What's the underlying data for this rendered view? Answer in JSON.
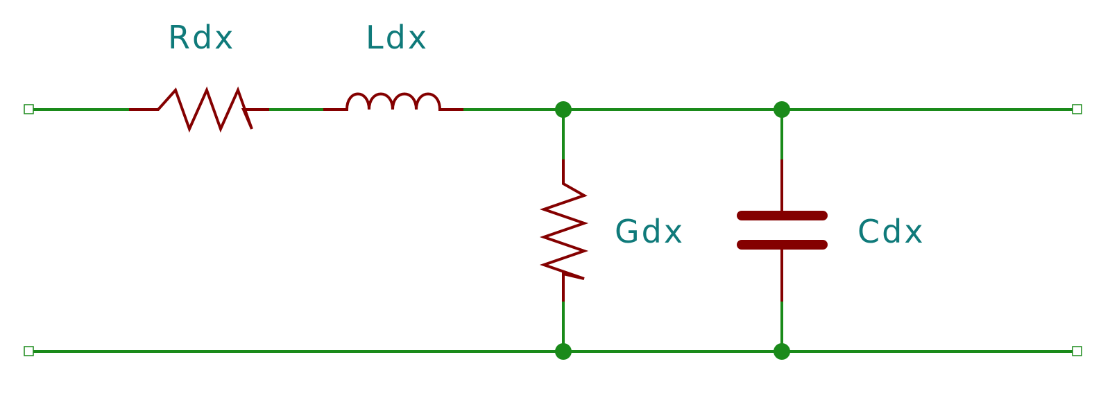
{
  "components": {
    "series_resistor": {
      "label": "Rdx"
    },
    "series_inductor": {
      "label": "Ldx"
    },
    "shunt_conductance": {
      "label": "Gdx"
    },
    "shunt_capacitor": {
      "label": "Cdx"
    }
  },
  "colors": {
    "wire": "#1a8a1a",
    "component": "#840000",
    "label": "#0f7a7a",
    "background": "#ffffff"
  }
}
